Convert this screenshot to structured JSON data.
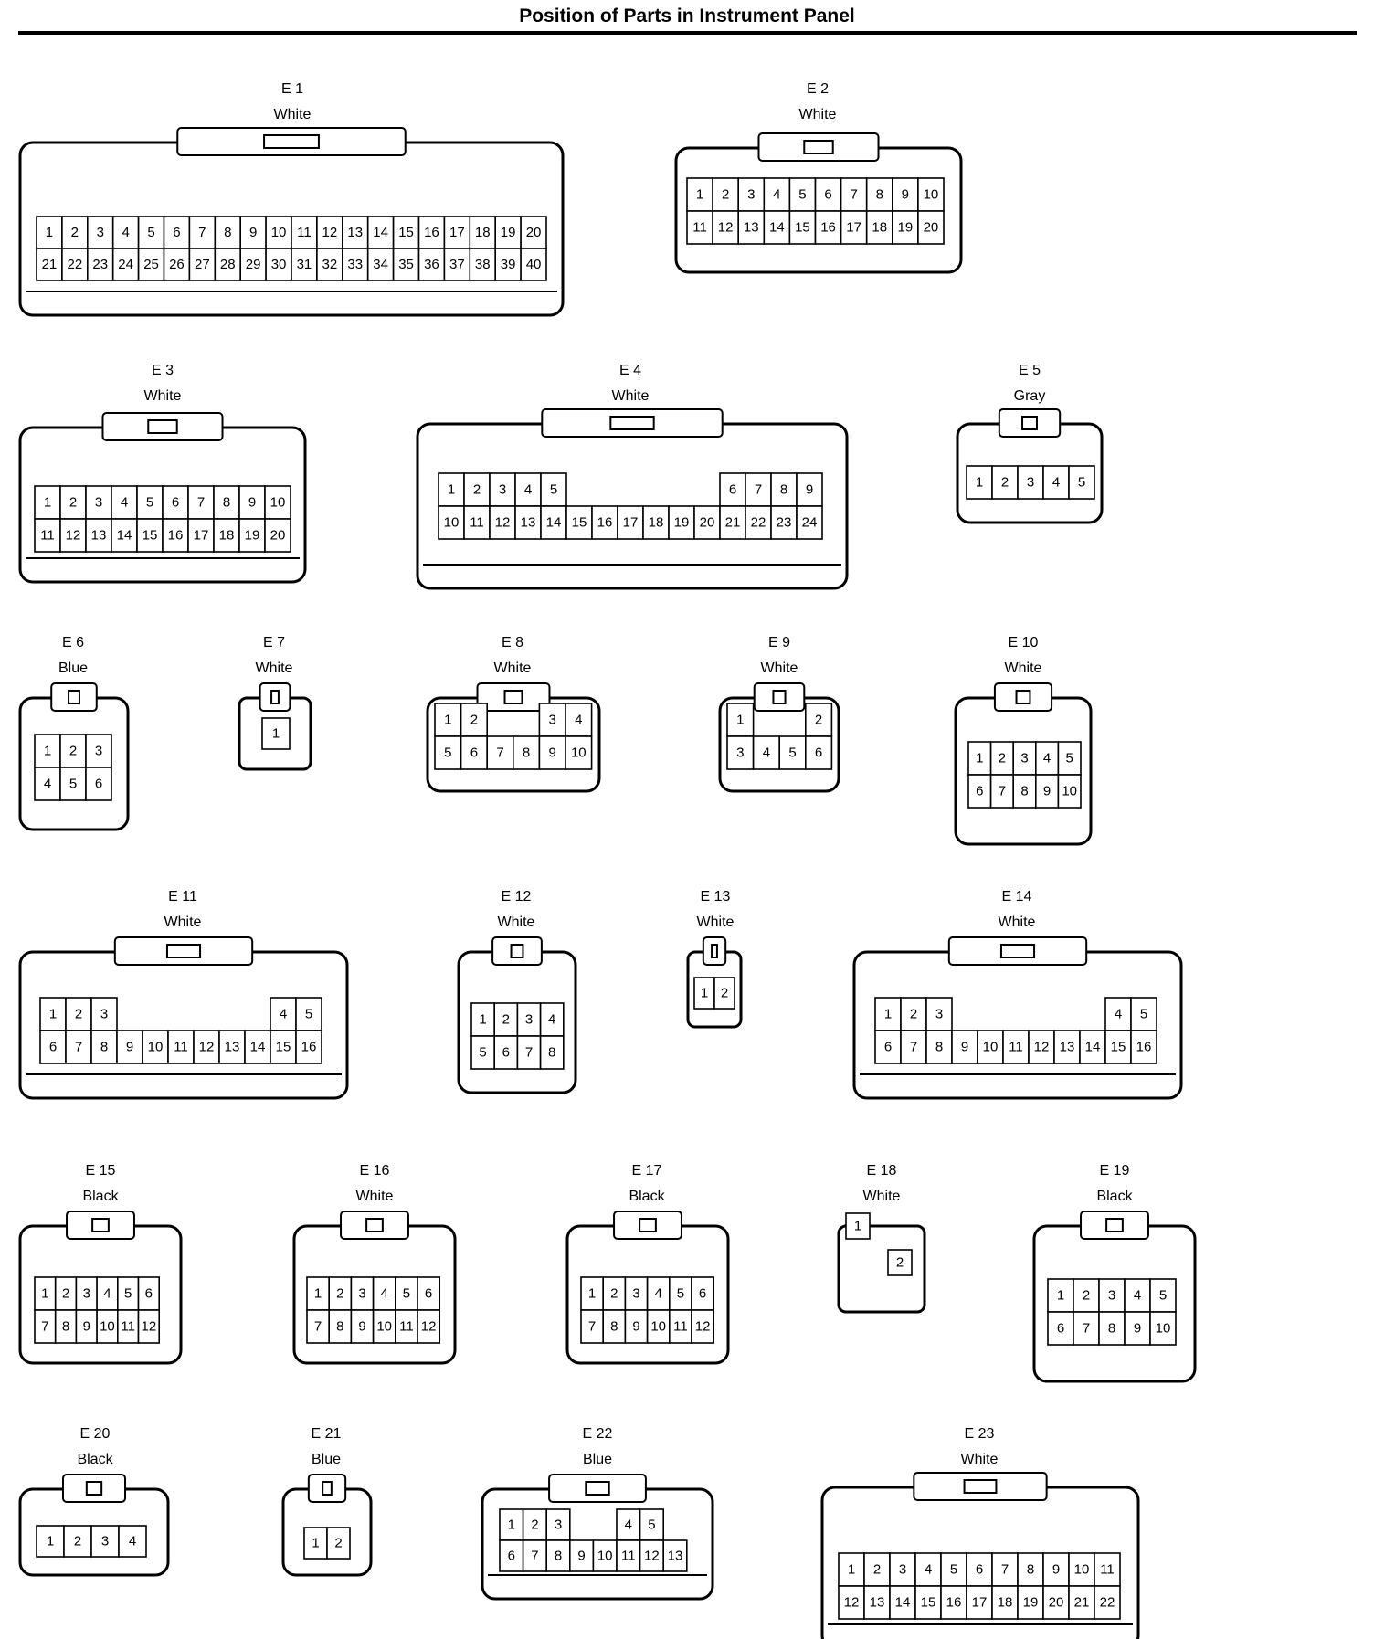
{
  "title": "Position of Parts in Instrument Panel",
  "connectors": [
    {
      "id": "E 1",
      "color": "White",
      "rows": [
        [
          "1",
          "2",
          "3",
          "4",
          "5",
          "6",
          "7",
          "8",
          "9",
          "10",
          "11",
          "12",
          "13",
          "14",
          "15",
          "16",
          "17",
          "18",
          "19",
          "20"
        ],
        [
          "21",
          "22",
          "23",
          "24",
          "25",
          "26",
          "27",
          "28",
          "29",
          "30",
          "31",
          "32",
          "33",
          "34",
          "35",
          "36",
          "37",
          "38",
          "39",
          "40"
        ]
      ]
    },
    {
      "id": "E 2",
      "color": "White",
      "rows": [
        [
          "1",
          "2",
          "3",
          "4",
          "5",
          "6",
          "7",
          "8",
          "9",
          "10"
        ],
        [
          "11",
          "12",
          "13",
          "14",
          "15",
          "16",
          "17",
          "18",
          "19",
          "20"
        ]
      ]
    },
    {
      "id": "E 3",
      "color": "White",
      "rows": [
        [
          "1",
          "2",
          "3",
          "4",
          "5",
          "6",
          "7",
          "8",
          "9",
          "10"
        ],
        [
          "11",
          "12",
          "13",
          "14",
          "15",
          "16",
          "17",
          "18",
          "19",
          "20"
        ]
      ]
    },
    {
      "id": "E 4",
      "color": "White",
      "rows": [
        [
          "1",
          "2",
          "3",
          "4",
          "5",
          "",
          "",
          "",
          "",
          "",
          "",
          "6",
          "7",
          "8",
          "9"
        ],
        [
          "10",
          "11",
          "12",
          "13",
          "14",
          "15",
          "16",
          "17",
          "18",
          "19",
          "20",
          "21",
          "22",
          "23",
          "24"
        ]
      ]
    },
    {
      "id": "E 5",
      "color": "Gray",
      "rows": [
        [
          "1",
          "2",
          "3",
          "4",
          "5"
        ]
      ]
    },
    {
      "id": "E 6",
      "color": "Blue",
      "rows": [
        [
          "1",
          "2",
          "3"
        ],
        [
          "4",
          "5",
          "6"
        ]
      ]
    },
    {
      "id": "E 7",
      "color": "White",
      "rows": [
        [
          "1"
        ]
      ]
    },
    {
      "id": "E 8",
      "color": "White",
      "rows": [
        [
          "1",
          "2",
          "",
          "",
          "3",
          "4"
        ],
        [
          "5",
          "6",
          "7",
          "8",
          "9",
          "10"
        ]
      ]
    },
    {
      "id": "E 9",
      "color": "White",
      "rows": [
        [
          "1",
          "",
          "",
          "2"
        ],
        [
          "3",
          "4",
          "5",
          "6"
        ]
      ]
    },
    {
      "id": "E 10",
      "color": "White",
      "rows": [
        [
          "1",
          "2",
          "3",
          "4",
          "5"
        ],
        [
          "6",
          "7",
          "8",
          "9",
          "10"
        ]
      ]
    },
    {
      "id": "E 11",
      "color": "White",
      "rows": [
        [
          "1",
          "2",
          "3",
          "",
          "",
          "",
          "",
          "",
          "",
          "4",
          "5"
        ],
        [
          "6",
          "7",
          "8",
          "9",
          "10",
          "11",
          "12",
          "13",
          "14",
          "15",
          "16"
        ]
      ]
    },
    {
      "id": "E 12",
      "color": "White",
      "rows": [
        [
          "1",
          "2",
          "3",
          "4"
        ],
        [
          "5",
          "6",
          "7",
          "8"
        ]
      ]
    },
    {
      "id": "E 13",
      "color": "White",
      "rows": [
        [
          "1",
          "2"
        ]
      ]
    },
    {
      "id": "E 14",
      "color": "White",
      "rows": [
        [
          "1",
          "2",
          "3",
          "",
          "",
          "",
          "",
          "",
          "",
          "4",
          "5"
        ],
        [
          "6",
          "7",
          "8",
          "9",
          "10",
          "11",
          "12",
          "13",
          "14",
          "15",
          "16"
        ]
      ]
    },
    {
      "id": "E 15",
      "color": "Black",
      "rows": [
        [
          "1",
          "2",
          "3",
          "4",
          "5",
          "6"
        ],
        [
          "7",
          "8",
          "9",
          "10",
          "11",
          "12"
        ]
      ]
    },
    {
      "id": "E 16",
      "color": "White",
      "rows": [
        [
          "1",
          "2",
          "3",
          "4",
          "5",
          "6"
        ],
        [
          "7",
          "8",
          "9",
          "10",
          "11",
          "12"
        ]
      ]
    },
    {
      "id": "E 17",
      "color": "Black",
      "rows": [
        [
          "1",
          "2",
          "3",
          "4",
          "5",
          "6"
        ],
        [
          "7",
          "8",
          "9",
          "10",
          "11",
          "12"
        ]
      ]
    },
    {
      "id": "E 18",
      "color": "White",
      "rows": [
        [
          "1"
        ],
        [
          "2"
        ]
      ]
    },
    {
      "id": "E 19",
      "color": "Black",
      "rows": [
        [
          "1",
          "2",
          "3",
          "4",
          "5"
        ],
        [
          "6",
          "7",
          "8",
          "9",
          "10"
        ]
      ]
    },
    {
      "id": "E 20",
      "color": "Black",
      "rows": [
        [
          "1",
          "2",
          "3",
          "4"
        ]
      ]
    },
    {
      "id": "E 21",
      "color": "Blue",
      "rows": [
        [
          "1",
          "2"
        ]
      ]
    },
    {
      "id": "E 22",
      "color": "Blue",
      "rows": [
        [
          "1",
          "2",
          "3",
          "",
          "",
          "4",
          "5"
        ],
        [
          "6",
          "7",
          "8",
          "9",
          "10",
          "11",
          "12",
          "13"
        ]
      ]
    },
    {
      "id": "E 23",
      "color": "White",
      "rows": [
        [
          "1",
          "2",
          "3",
          "4",
          "5",
          "6",
          "7",
          "8",
          "9",
          "10",
          "11"
        ],
        [
          "12",
          "13",
          "14",
          "15",
          "16",
          "17",
          "18",
          "19",
          "20",
          "21",
          "22"
        ]
      ]
    }
  ]
}
